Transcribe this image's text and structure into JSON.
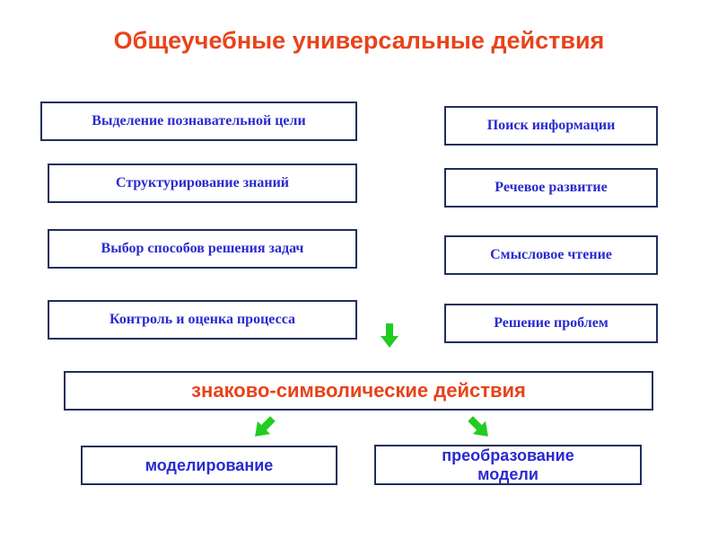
{
  "title": "Общеучебные универсальные действия",
  "left_items": [
    "Выделение познавательной  цели",
    "Структурирование  знаний",
    "Выбор способов решения задач",
    "Контроль и оценка процесса"
  ],
  "right_items": [
    "Поиск информации",
    "Речевое развитие",
    "Смысловое чтение",
    "Решение проблем"
  ],
  "center_box": "знаково-символические действия",
  "bottom_left": "моделирование",
  "bottom_right": "преобразование модели",
  "colors": {
    "title": "#e8431b",
    "box_border": "#1f2f5c",
    "box_text": "#2a2ad0",
    "arrow": "#22cc22"
  }
}
